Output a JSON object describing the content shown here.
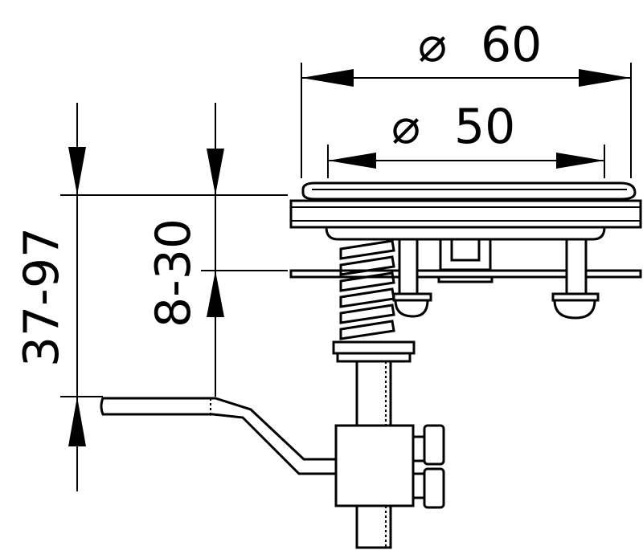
{
  "dimensions": {
    "outer_diameter": {
      "symbol": "⌀",
      "value": "60"
    },
    "inner_diameter": {
      "symbol": "⌀",
      "value": "50"
    },
    "total_height": "37-97",
    "panel_thickness": "8-30"
  }
}
